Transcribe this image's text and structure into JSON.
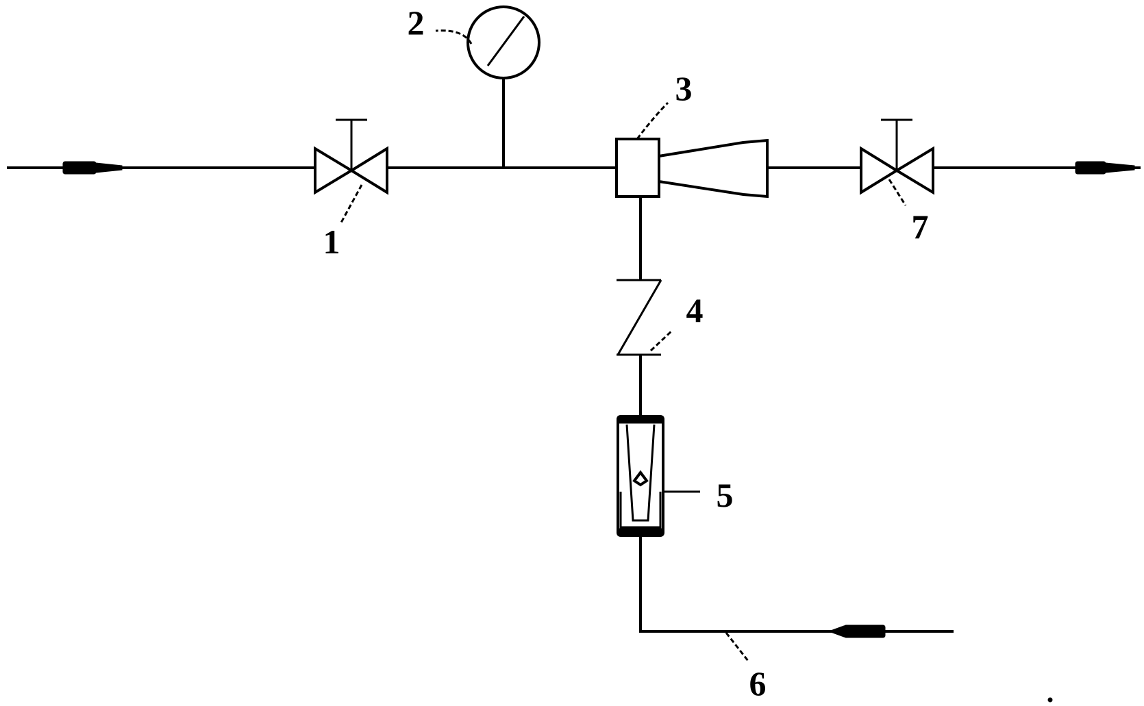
{
  "labels": {
    "valve_inlet": "1",
    "pressure_gauge": "2",
    "ejector": "3",
    "check_valve": "4",
    "flowmeter": "5",
    "suction_line": "6",
    "valve_outlet": "7"
  }
}
